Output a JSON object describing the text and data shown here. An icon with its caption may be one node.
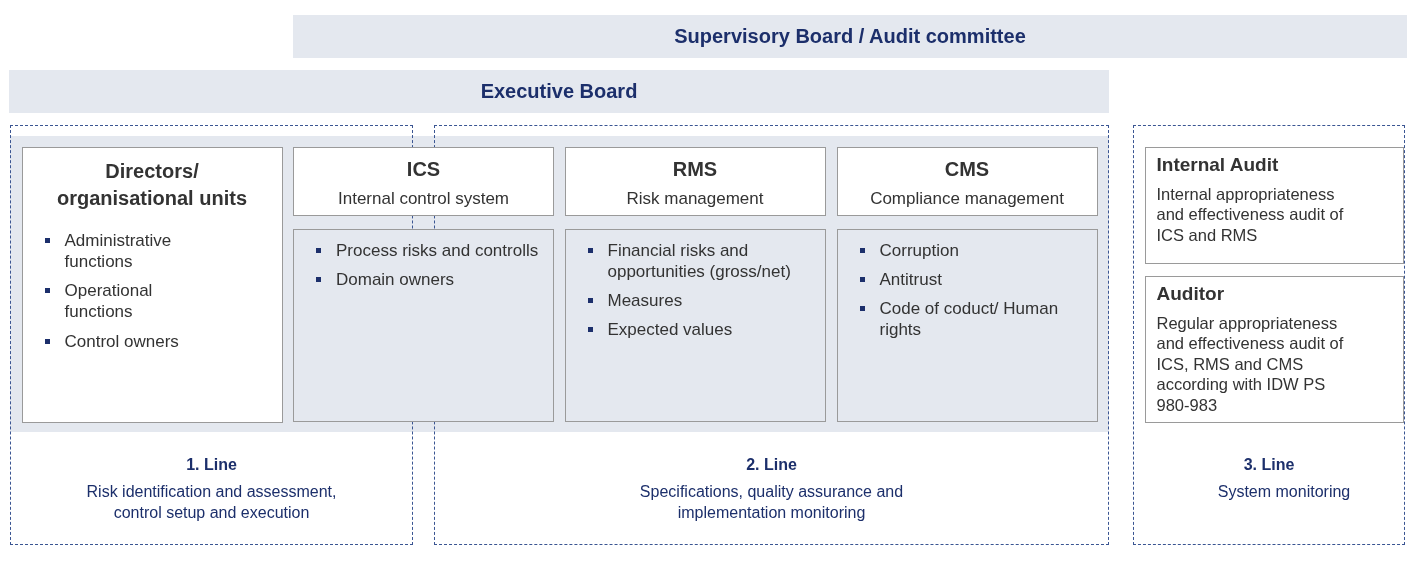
{
  "diagram": {
    "nodes": [
      {
        "text": [
          "Supervisory Board / Audit committee"
        ]
      },
      {
        "text": [
          "Executive Board"
        ]
      },
      {
        "text": [
          "1. Line",
          "Risk identification and assessment, control setup and execution"
        ]
      },
      {
        "text": [
          "2. Line",
          "Specifications, quality assurance and implementation monitoring"
        ]
      },
      {
        "text": [
          "3. Line",
          "System monitoring"
        ]
      },
      {
        "text": [
          "Directors/ organisational units",
          "Administrative functions",
          "Operational functions",
          "Control owners"
        ],
        "in": 2
      },
      {
        "text": [
          "ICS",
          "Internal control system"
        ]
      },
      {
        "text": [
          "Process risks and controlls",
          "Domain owners"
        ]
      },
      {
        "text": [
          "RMS",
          "Risk management"
        ],
        "in": 3
      },
      {
        "text": [
          "Financial risks and opportunities (gross/net)",
          "Measures",
          "Expected values"
        ],
        "in": 3
      },
      {
        "text": [
          "CMS",
          "Compliance management"
        ],
        "in": 3
      },
      {
        "text": [
          "Corruption",
          "Antitrust",
          "Code of coduct/ Human rights"
        ],
        "in": 3
      },
      {
        "text": [
          "Internal Audit",
          "Internal appropriateness and effectiveness audit of ICS and RMS"
        ],
        "in": 4
      },
      {
        "text": [
          "Auditor",
          "Regular appropriateness and effectiveness audit of ICS, RMS and CMS according with IDW PS 980-983"
        ],
        "in": 4
      }
    ],
    "edges": []
  }
}
